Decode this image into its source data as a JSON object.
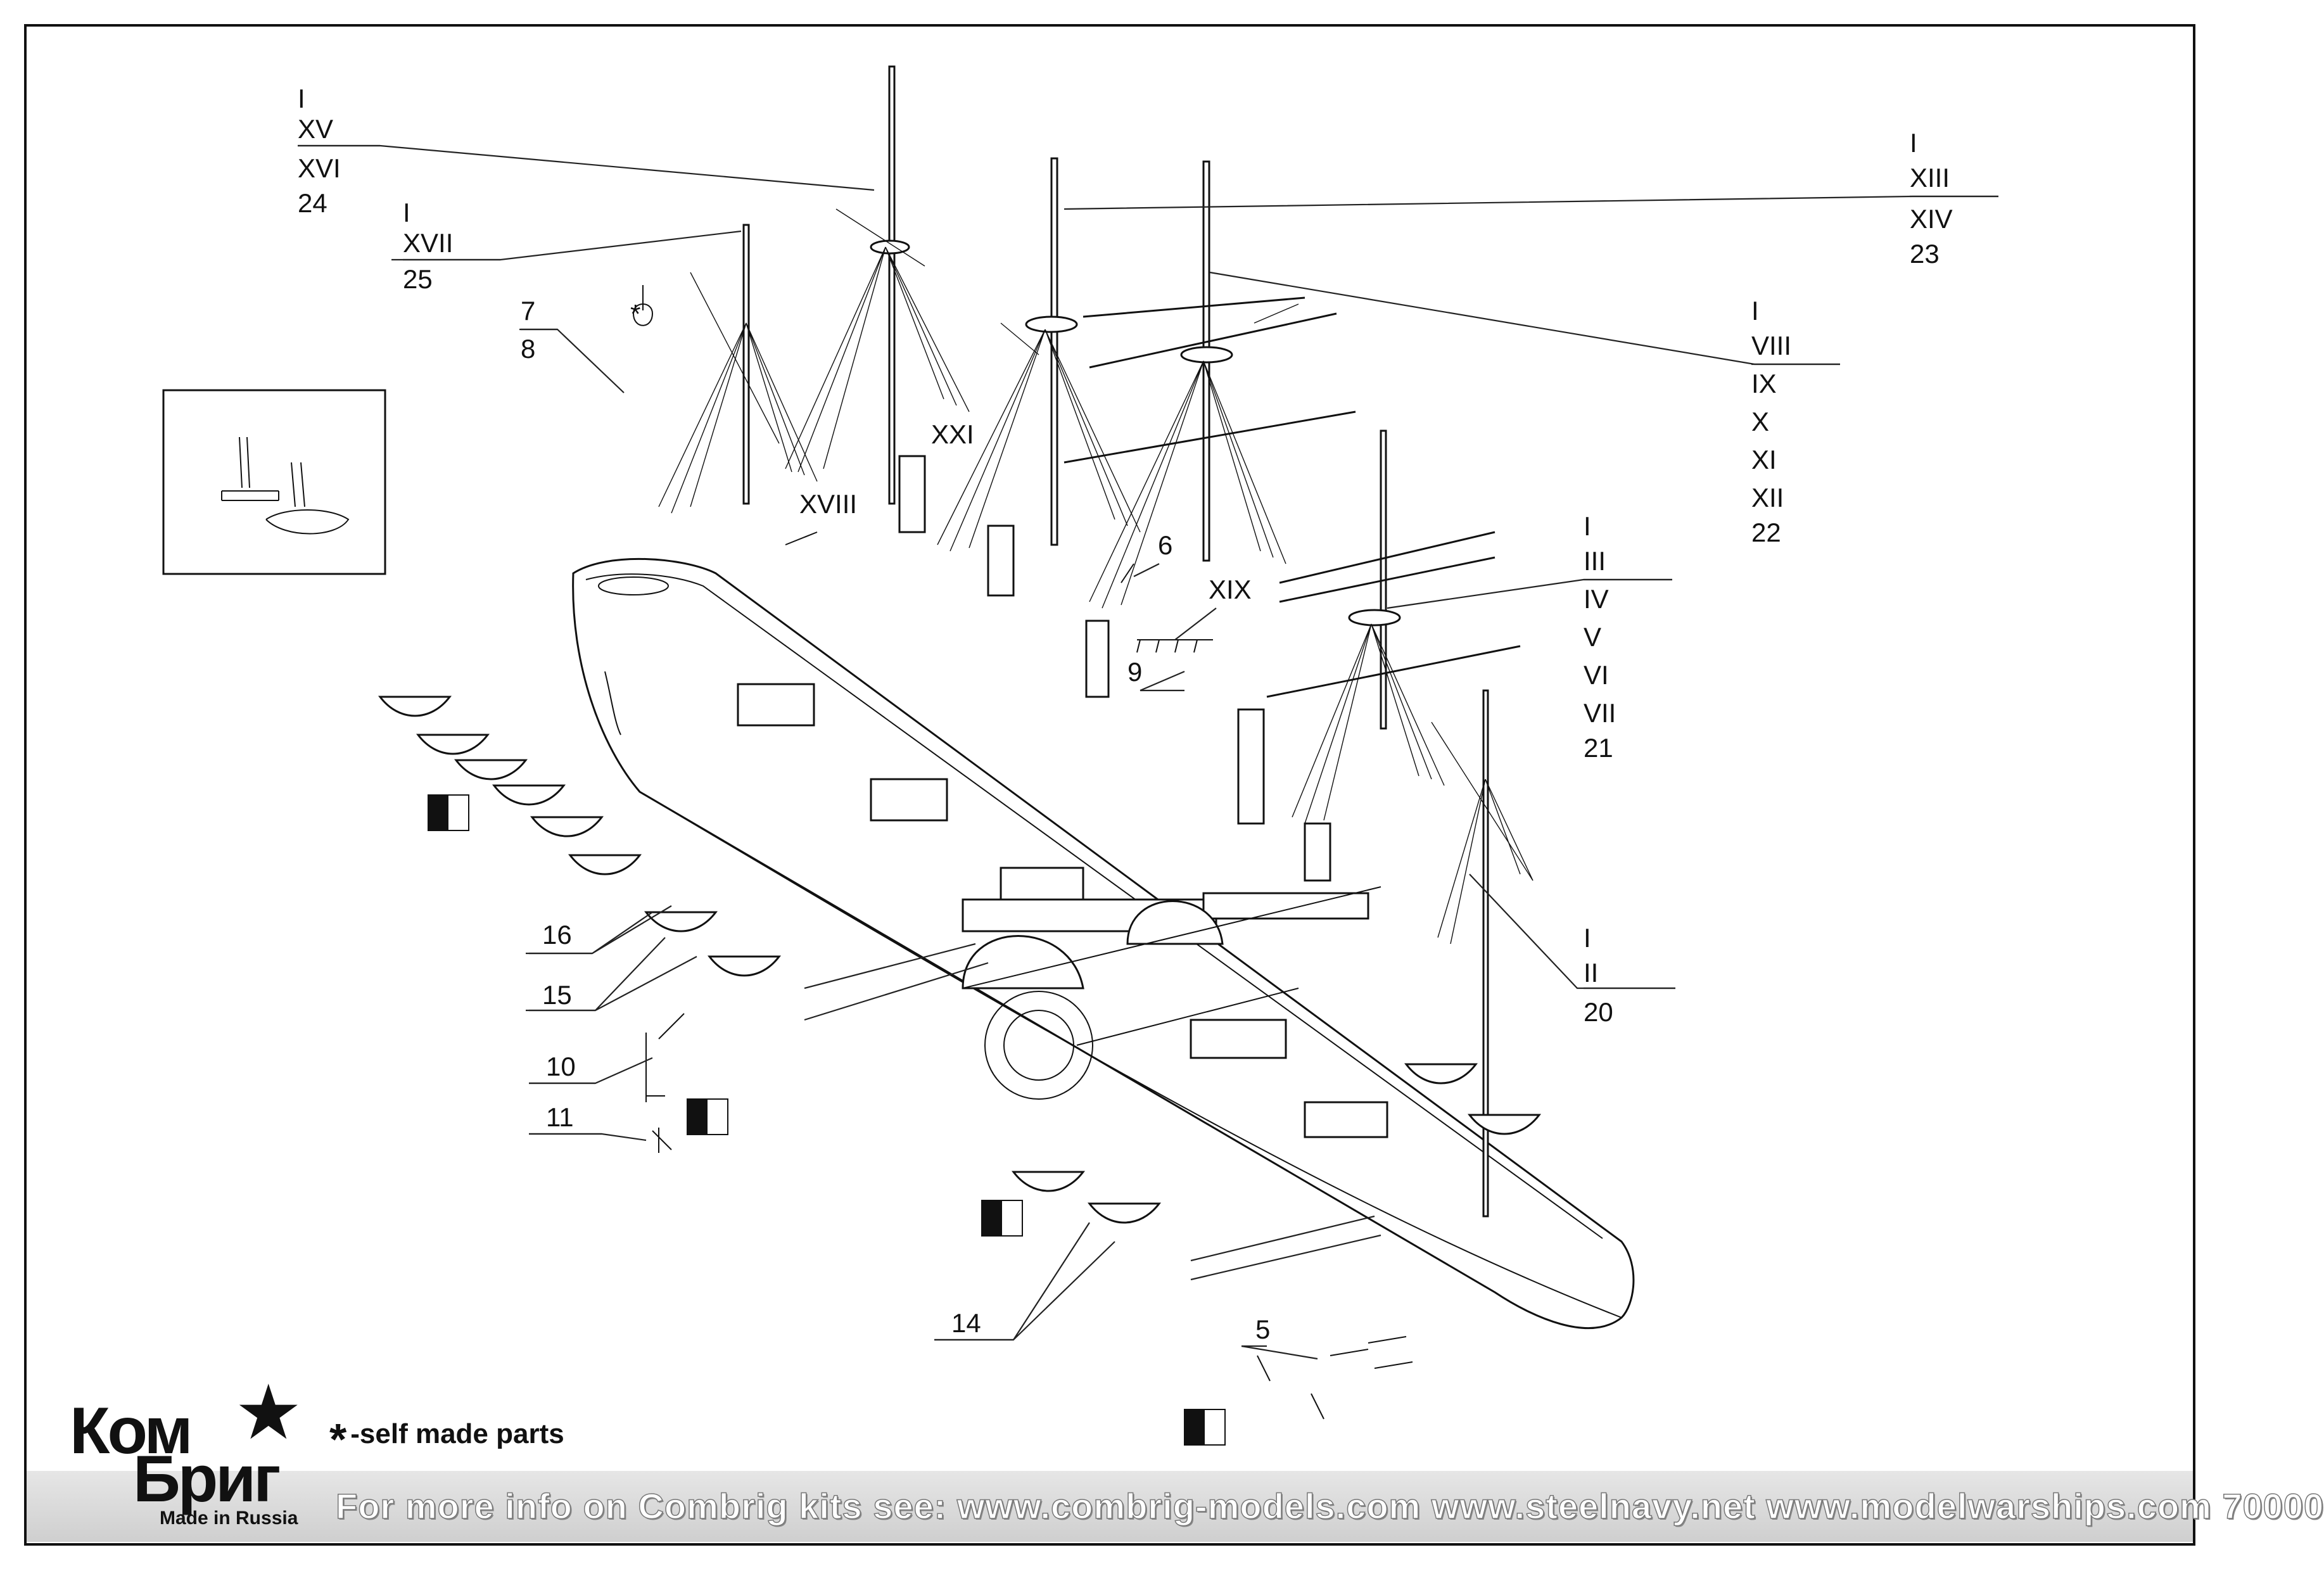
{
  "callouts": {
    "mizzen_top": [
      "I",
      "XV",
      "XVI",
      "24"
    ],
    "mizzen_low": [
      "I",
      "XVII",
      "25"
    ],
    "boat_pair_78": [
      "7",
      "8"
    ],
    "ast": "*",
    "xxi": "XXI",
    "xviii": "XVIII",
    "main_top": [
      "I",
      "XIII",
      "XIV",
      "23"
    ],
    "main_yards": [
      "I",
      "VIII",
      "IX",
      "X",
      "XI",
      "XII",
      "22"
    ],
    "fore_yards": [
      "I",
      "III",
      "IV",
      "V",
      "VI",
      "VII",
      "21"
    ],
    "bow_mast": [
      "I",
      "II",
      "20"
    ],
    "six": "6",
    "nine": "9",
    "xix": "XIX",
    "p16": "16",
    "p15": "15",
    "p10": "10",
    "p11": "11",
    "p14": "14",
    "p5": "5"
  },
  "legend": {
    "asterisk": "*",
    "text": "-self made parts"
  },
  "logo": {
    "top": "Ком",
    "bottom": "Бриг",
    "made": "Made in Russia"
  },
  "footer": "For more info on Combrig kits see: www.combrig-models.com www.steelnavy.net  www.modelwarships.com   70000"
}
